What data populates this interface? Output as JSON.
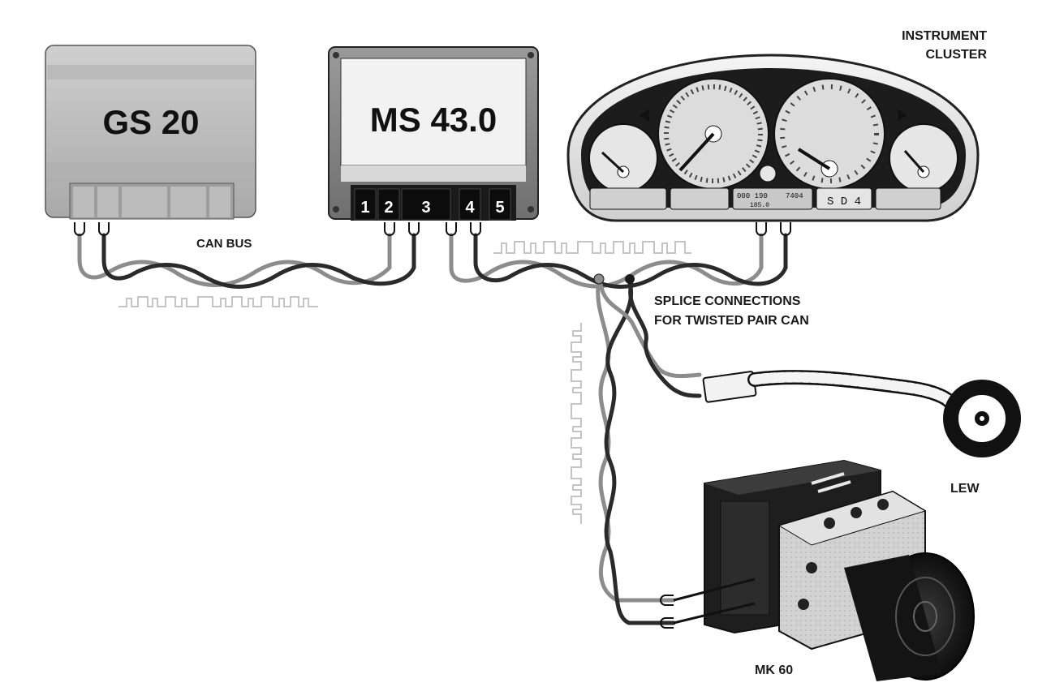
{
  "modules": {
    "gs20": {
      "title": "GS 20"
    },
    "ms43": {
      "title": "MS 43.0",
      "pins": [
        "1",
        "2",
        "3",
        "4",
        "5"
      ]
    }
  },
  "labels": {
    "instrument_cluster_line1": "INSTRUMENT",
    "instrument_cluster_line2": "CLUSTER",
    "can_bus": "CAN BUS",
    "splice_line1": "SPLICE CONNECTIONS",
    "splice_line2": "FOR TWISTED PAIR CAN",
    "lew": "LEW",
    "mk60": "MK 60"
  },
  "cluster": {
    "odometer": "000 190",
    "trip": "185.0",
    "clock": "7404",
    "gear_display": "S D 4"
  },
  "colors": {
    "ink": "#1a1a1a",
    "module_gray": "#bdbdbd",
    "wire_dark": "#2a2a2a",
    "wire_light": "#8c8c8c"
  }
}
